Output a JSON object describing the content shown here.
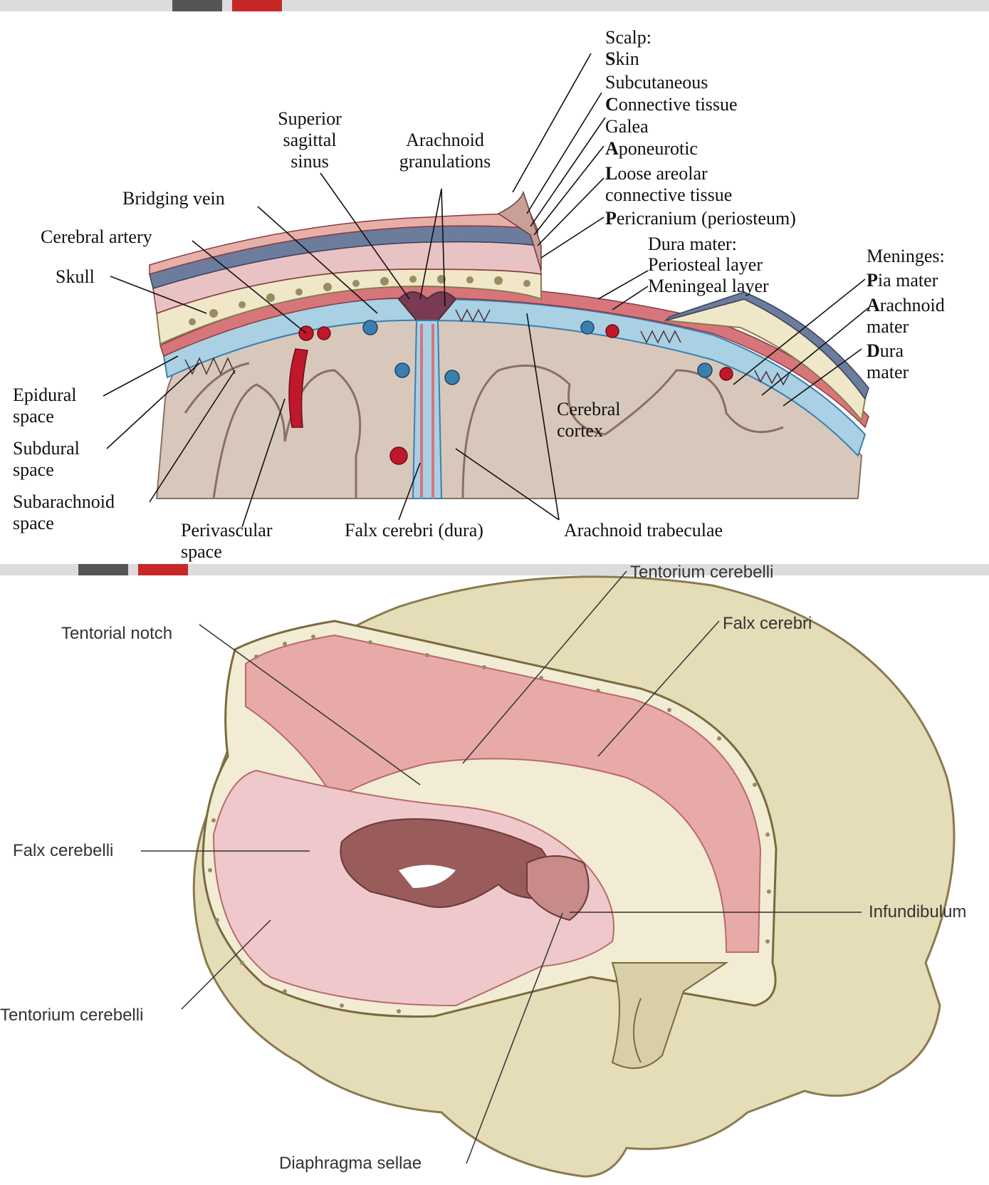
{
  "colors": {
    "bar_gray": "#dcdcdc",
    "bar_dark": "#555555",
    "bar_red": "#c62828",
    "bone": "#e5dcb8",
    "dura_pink": "#e8a9a9",
    "cortex": "#d9c9bd",
    "vessel_red": "#c0182b",
    "vessel_blue": "#3b7fae"
  },
  "top": {
    "scalp": {
      "title": "Scalp:",
      "rows": [
        {
          "initial": "S",
          "rest": "kin"
        },
        {
          "initial": "",
          "rest": "Subcutaneous"
        },
        {
          "initial": "C",
          "rest": "onnective tissue"
        },
        {
          "initial": "",
          "rest": "Galea"
        },
        {
          "initial": "A",
          "rest": "poneurotic"
        },
        {
          "initial": "L",
          "rest": "oose areolar"
        },
        {
          "initial": "",
          "rest": "connective tissue"
        },
        {
          "initial": "P",
          "rest": "ericranium (periosteum)"
        }
      ]
    },
    "superior_sagittal_sinus": [
      "Superior",
      "sagittal",
      "sinus"
    ],
    "arachnoid_granulations": [
      "Arachnoid",
      "granulations"
    ],
    "bridging_vein": "Bridging vein",
    "cerebral_artery": "Cerebral artery",
    "skull": "Skull",
    "dura_mater": {
      "title": "Dura mater:",
      "periosteal": "Periosteal layer",
      "meningeal": "Meningeal layer"
    },
    "meninges": {
      "title": "Meninges:",
      "rows": [
        {
          "initial": "P",
          "rest": "ia mater",
          "line2": ""
        },
        {
          "initial": "A",
          "rest": "rachnoid",
          "line2": "mater"
        },
        {
          "initial": "D",
          "rest": "ura",
          "line2": "mater"
        }
      ]
    },
    "epidural_space": [
      "Epidural",
      "space"
    ],
    "subdural_space": [
      "Subdural",
      "space"
    ],
    "subarachnoid_space": [
      "Subarachnoid",
      "space"
    ],
    "perivascular_space": [
      "Perivascular",
      "space"
    ],
    "falx_cerebri_dura": "Falx cerebri (dura)",
    "arachnoid_trabeculae": "Arachnoid trabeculae",
    "cerebral_cortex": [
      "Cerebral",
      "cortex"
    ]
  },
  "bottom": {
    "tentorium_cerebelli_top": "Tentorium cerebelli",
    "falx_cerebri": "Falx cerebri",
    "tentorial_notch": "Tentorial notch",
    "falx_cerebelli": "Falx cerebelli",
    "infundibulum": "Infundibulum",
    "tentorium_cerebelli_left": "Tentorium cerebelli",
    "diaphragma_sellae": "Diaphragma sellae"
  }
}
